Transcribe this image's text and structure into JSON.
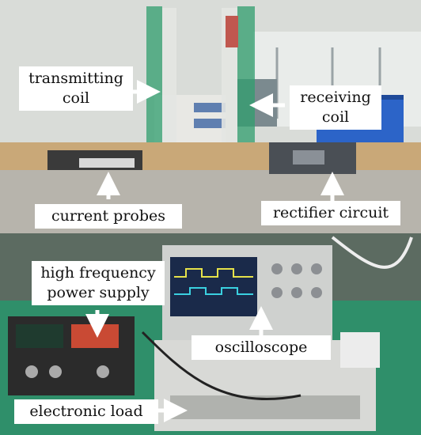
{
  "labels": {
    "transmitting_coil": {
      "line1": "transmitting",
      "line2": "coil"
    },
    "receiving_coil": {
      "line1": "receiving",
      "line2": "coil"
    },
    "current_probes": "current probes",
    "rectifier_circuit": "rectifier circuit",
    "hf_power_supply": {
      "line1": "high frequency",
      "line2": "power supply"
    },
    "oscilloscope": "oscilloscope",
    "electronic_load": "electronic load"
  },
  "colors": {
    "label_bg": "#ffffff",
    "arrow": "#ffffff",
    "coil_frame": "#2f9e6e",
    "workbench": "#c9a878",
    "scope_screen": "#1a2a4a"
  }
}
